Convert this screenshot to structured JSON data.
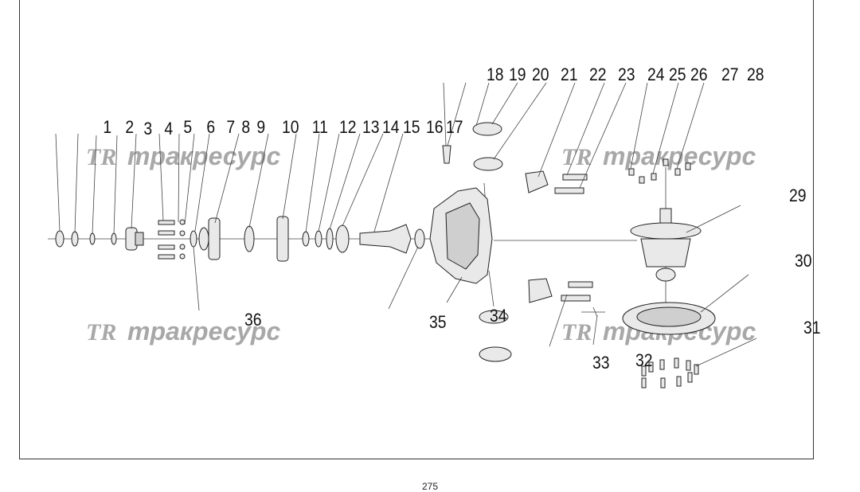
{
  "callouts": [
    "1",
    "2",
    "3",
    "4",
    "5",
    "6",
    "7",
    "8",
    "9",
    "10",
    "11",
    "12",
    "13",
    "14",
    "15",
    "16",
    "17",
    "18",
    "19",
    "20",
    "21",
    "22",
    "23",
    "24",
    "25",
    "26",
    "27",
    "28",
    "29",
    "30",
    "31",
    "32",
    "33",
    "34",
    "35",
    "36"
  ],
  "watermark": {
    "logo": "TR",
    "text": "тракресурс"
  },
  "page_number": "275"
}
